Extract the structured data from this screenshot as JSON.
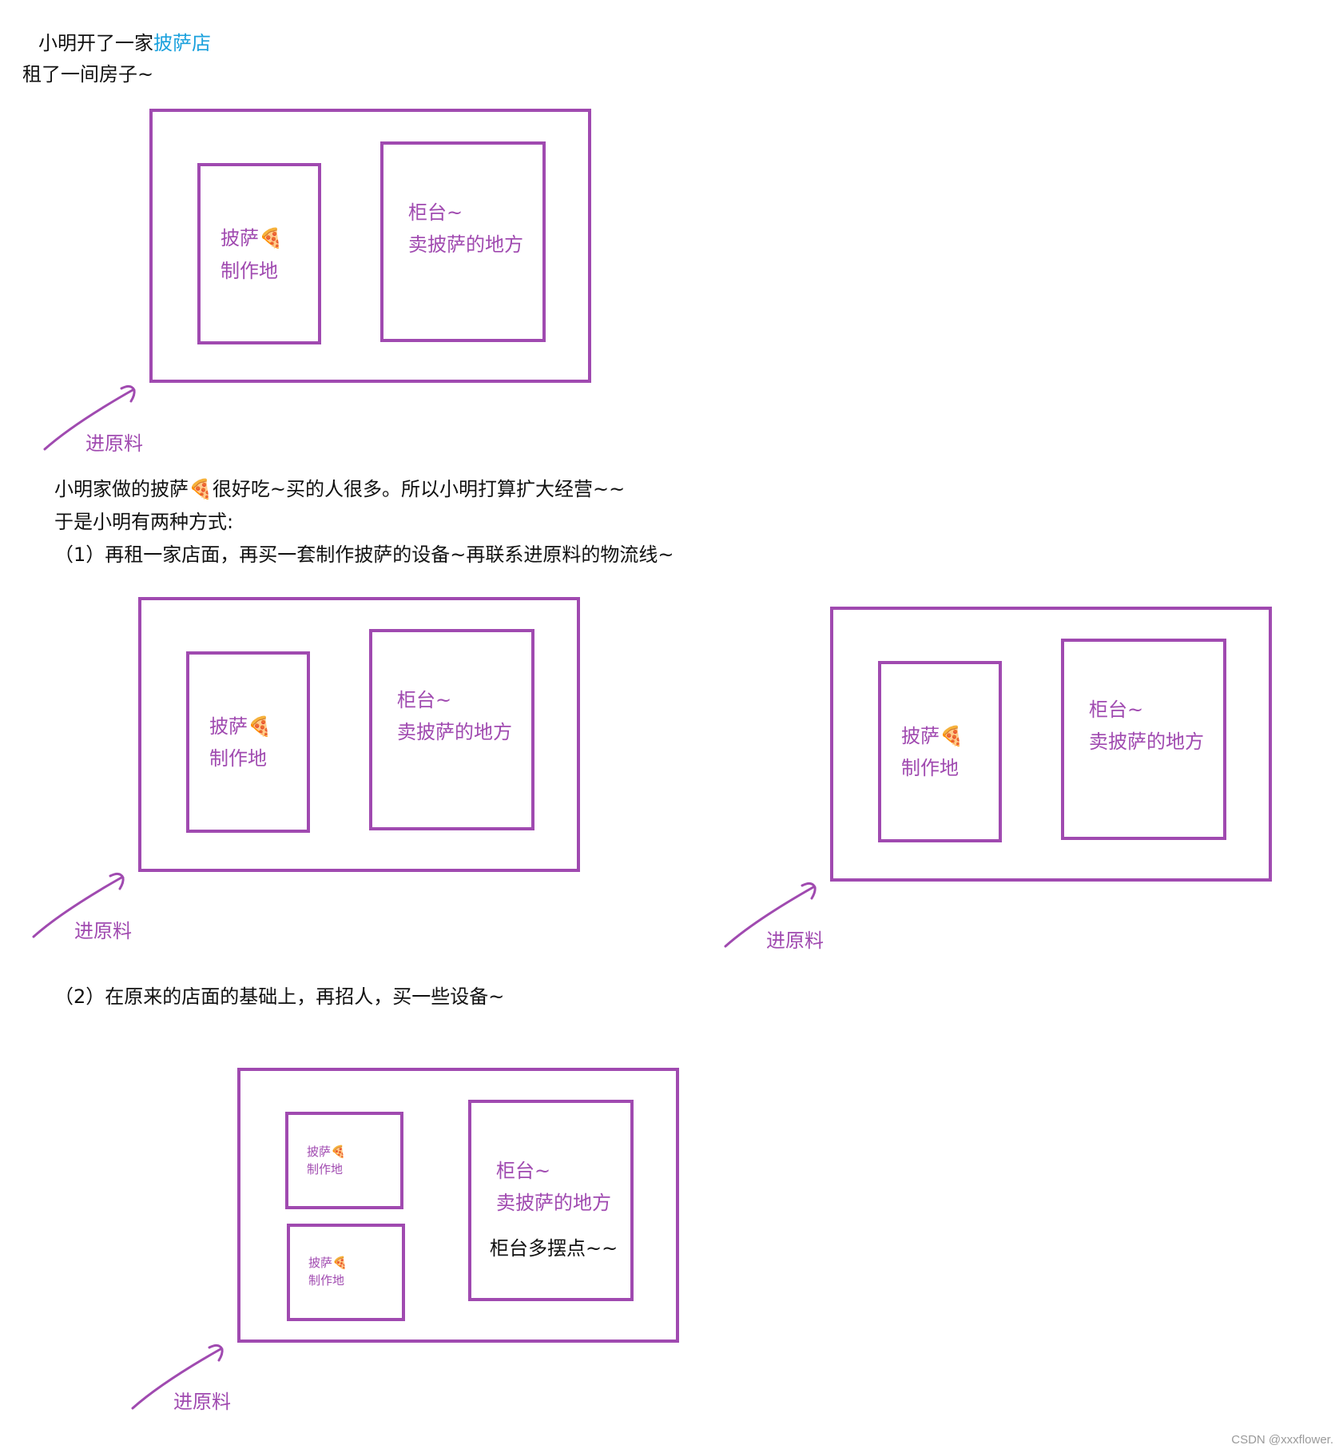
{
  "intro": {
    "line1_prefix": "小明开了一家",
    "line1_link": "披萨店",
    "line2": "租了一间房子~"
  },
  "labels": {
    "kitchen_line1": "披萨",
    "kitchen_line2": "制作地",
    "counter_line1": "柜台~",
    "counter_line2": "卖披萨的地方",
    "supply": "进原料",
    "counter_extra": "柜台多摆点~~"
  },
  "paragraph": {
    "line1": "小明家做的披萨🍕很好吃~买的人很多。所以小明打算扩大经营~~",
    "line2": "于是小明有两种方式:",
    "option1": "（1）再租一家店面，再买一套制作披萨的设备~再联系进原料的物流线~",
    "option2": "（2）在原来的店面的基础上，再招人，买一些设备~"
  },
  "icons": {
    "pizza": "pizza-slice-icon",
    "arrow": "hand-drawn-arrow-icon"
  },
  "colors": {
    "stroke": "#a04ab0",
    "link": "#1ba1dd",
    "text": "#111111"
  },
  "watermark": "CSDN @xxxflower."
}
